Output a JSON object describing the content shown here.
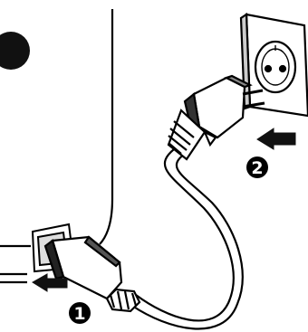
{
  "figure": {
    "step_labels": {
      "step1": "1",
      "step2": "2"
    },
    "colors": {
      "ink": "#000000",
      "paper": "#ffffff",
      "shade": "#1a1a1a"
    },
    "icons": {
      "appliance": "appliance-body",
      "inlet": "appliance-inlet-icon",
      "connector": "power-cord-connector-icon",
      "plug": "schuko-plug-icon",
      "socket": "wall-socket-icon",
      "arrows": "insert-arrow-icon"
    }
  }
}
